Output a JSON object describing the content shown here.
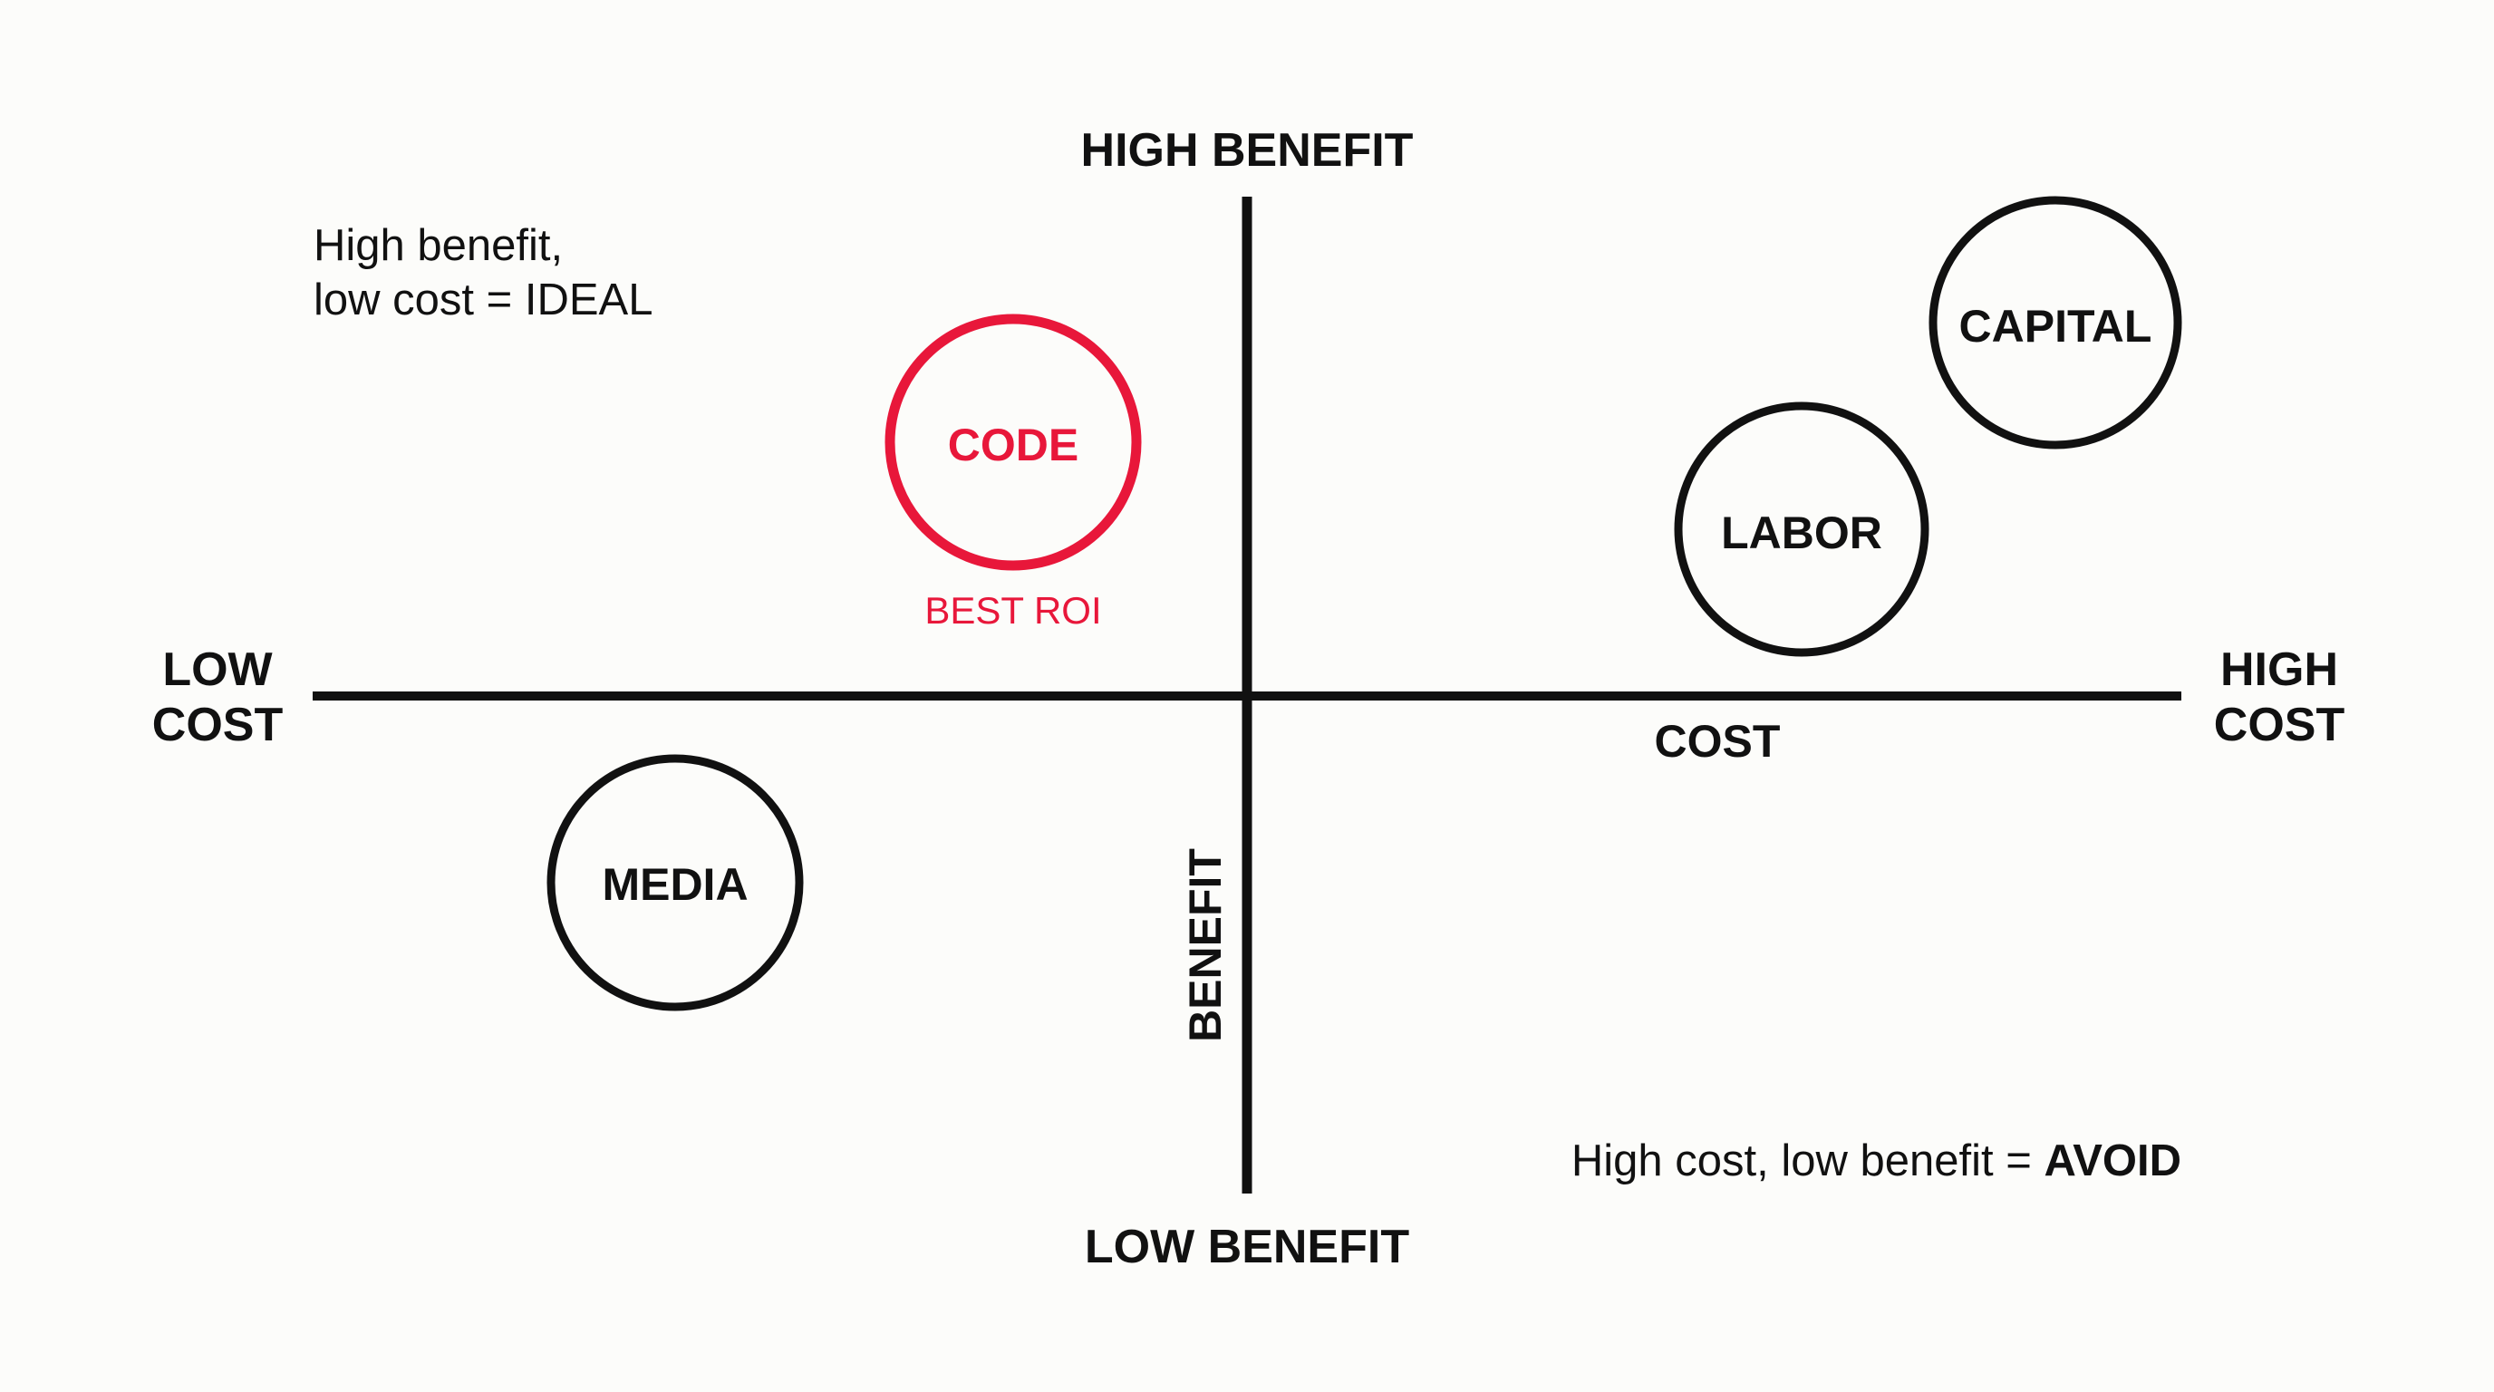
{
  "chart_data": {
    "type": "scatter",
    "subtype": "quadrant-matrix",
    "title": "",
    "xlabel": "COST",
    "ylabel": "BENEFIT",
    "x_axis_ends": {
      "min_label": [
        "LOW",
        "COST"
      ],
      "max_label": [
        "HIGH",
        "COST"
      ]
    },
    "y_axis_ends": {
      "max_label": "HIGH BENEFIT",
      "min_label": "LOW BENEFIT"
    },
    "xlim": [
      -1,
      1
    ],
    "ylim": [
      -1,
      1
    ],
    "grid": false,
    "legend": null,
    "points": [
      {
        "label": "CODE",
        "x": -0.25,
        "y": 0.51,
        "highlight": true,
        "color": "#E8173A",
        "annotation": "BEST ROI"
      },
      {
        "label": "CAPITAL",
        "x": 0.87,
        "y": 0.75,
        "highlight": false,
        "color": "#111111"
      },
      {
        "label": "LABOR",
        "x": 0.59,
        "y": 0.33,
        "highlight": false,
        "color": "#111111"
      },
      {
        "label": "MEDIA",
        "x": -0.61,
        "y": -0.38,
        "highlight": false,
        "color": "#111111"
      }
    ],
    "annotations": [
      {
        "quadrant": "top-left",
        "lines": [
          "High benefit,",
          "low cost = IDEAL"
        ]
      },
      {
        "quadrant": "bottom-right",
        "text": "High cost, low benefit = ",
        "emphasis": "AVOID"
      }
    ]
  },
  "labels": {
    "high_benefit": "HIGH BENEFIT",
    "low_benefit": "LOW BENEFIT",
    "low_cost_line1": "LOW",
    "low_cost_line2": "COST",
    "high_cost_line1": "HIGH",
    "high_cost_line2": "COST",
    "x_title": "COST",
    "y_title": "BENEFIT"
  },
  "notes": {
    "ideal_line1": "High benefit,",
    "ideal_line2": "low cost = IDEAL",
    "avoid_prefix": "High cost, low benefit = ",
    "avoid_emphasis": "AVOID"
  },
  "bubbles": {
    "code": {
      "label": "CODE",
      "caption": "BEST ROI"
    },
    "capital": {
      "label": "CAPITAL"
    },
    "labor": {
      "label": "LABOR"
    },
    "media": {
      "label": "MEDIA"
    }
  },
  "colors": {
    "background": "#FCFCFA",
    "ink": "#111111",
    "accent": "#E8173A"
  }
}
